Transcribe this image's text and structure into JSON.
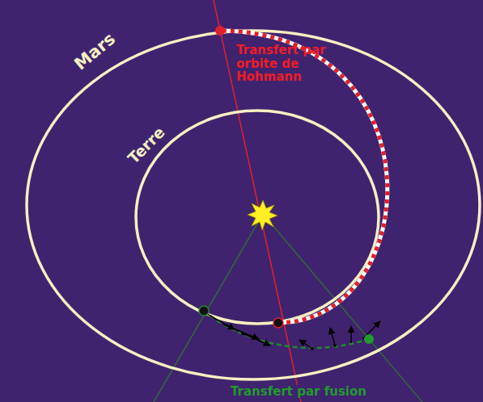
{
  "diagram": {
    "labels": [
      "Mars",
      "Terre",
      "Transfert par orbite de Hohmann",
      "Transfert par fusion"
    ]
  }
}
